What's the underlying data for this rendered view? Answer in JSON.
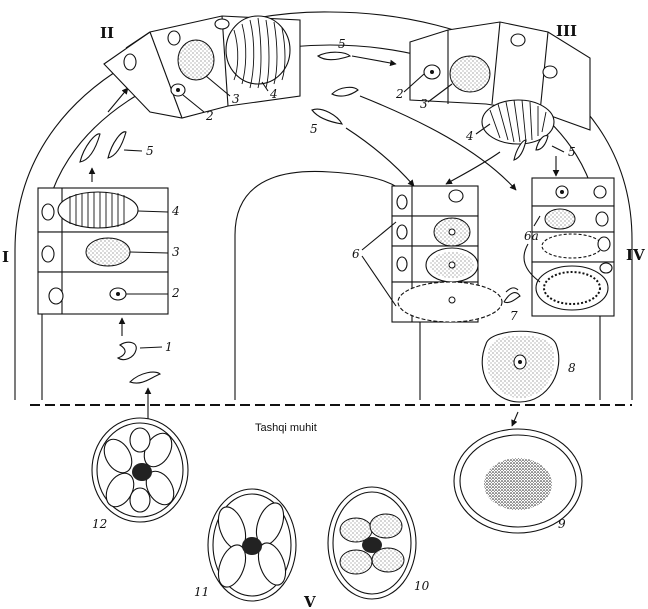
{
  "stage_labels": {
    "I": "I",
    "II": "II",
    "III": "III",
    "IV": "IV",
    "V": "V"
  },
  "environment_label": "Tashqi muhit",
  "number_labels": {
    "n1": "1",
    "n2_left": "2",
    "n2_top": "2",
    "n2_right": "2",
    "n3_left": "3",
    "n3_top": "3",
    "n3_right": "3",
    "n4_left": "4",
    "n4_top": "4",
    "n4_right": "4",
    "n5_left": "5",
    "n5_top": "5",
    "n5_mid": "5",
    "n5_right": "5",
    "n6": "6",
    "n6a": "6a",
    "n7": "7",
    "n8": "8",
    "n9": "9",
    "n10": "10",
    "n11": "11",
    "n12": "12"
  }
}
